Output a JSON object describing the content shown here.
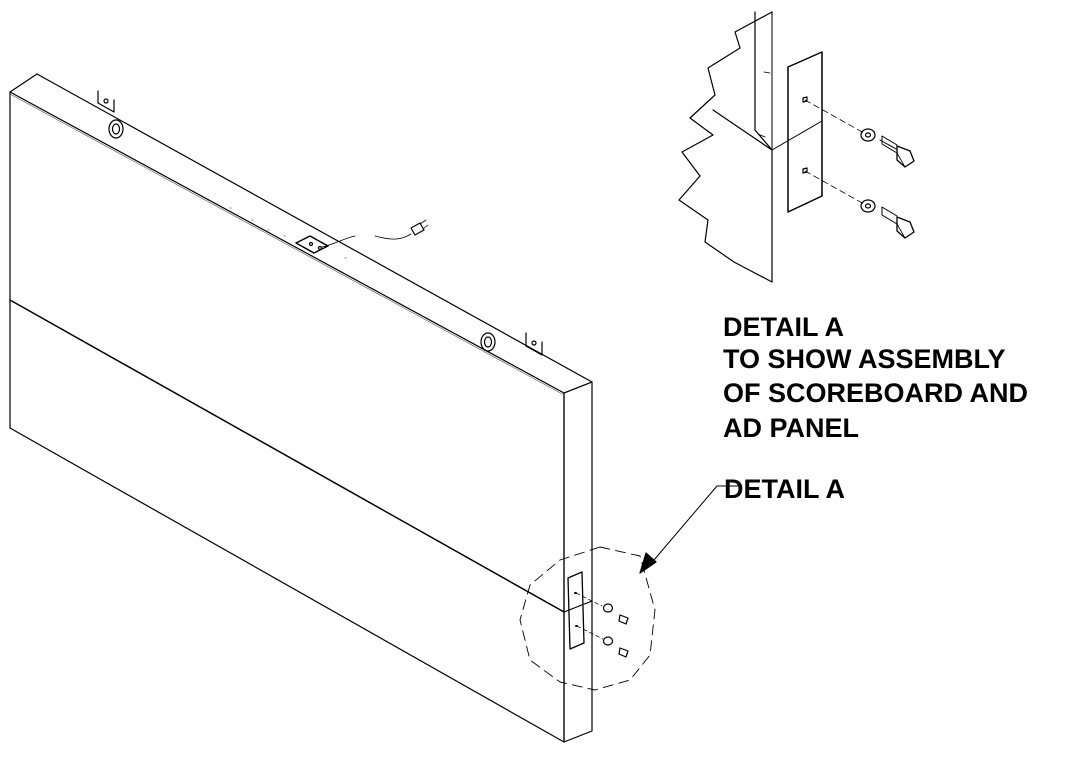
{
  "labels": {
    "detail_title": "DETAIL A",
    "caption_lines": [
      "TO SHOW ASSEMBLY",
      "OF SCOREBOARD AND",
      "AD PANEL"
    ],
    "callout": "DETAIL A"
  },
  "colors": {
    "line": "#000000",
    "background": "#ffffff"
  }
}
